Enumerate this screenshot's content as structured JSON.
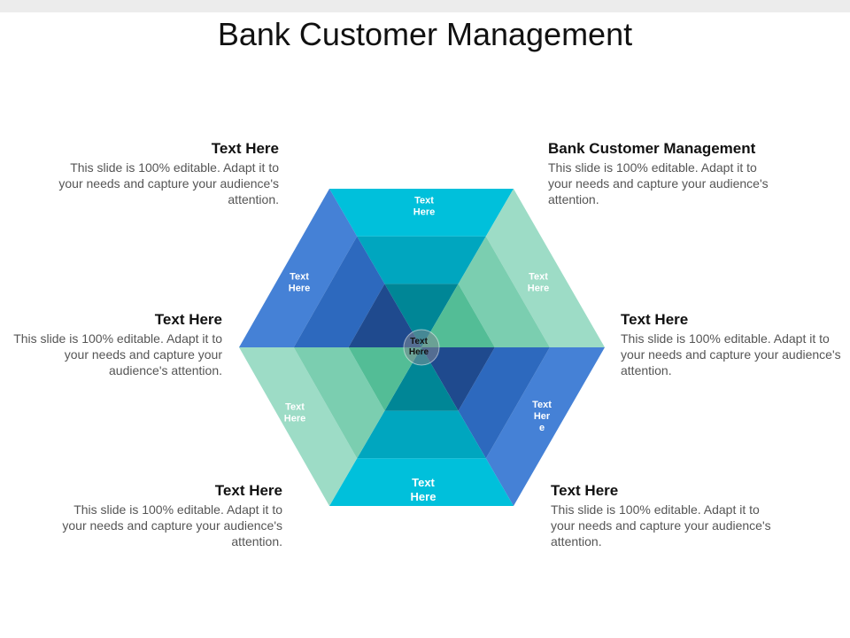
{
  "title": "Bank Customer Management",
  "blocks": {
    "top_left": {
      "heading": "Text Here",
      "body": "This slide is 100% editable. Adapt it to your needs and capture your audience's attention."
    },
    "top_right": {
      "heading": "Bank Customer Management",
      "body": "This slide is 100% editable. Adapt it to your needs and capture your audience's attention."
    },
    "mid_left": {
      "heading": "Text Here",
      "body": "This slide is 100% editable. Adapt it to your needs and capture your audience's attention."
    },
    "mid_right": {
      "heading": "Text Here",
      "body": "This slide is 100% editable. Adapt it to your needs and capture your audience's attention."
    },
    "bottom_left": {
      "heading": "Text Here",
      "body": "This slide is 100% editable. Adapt it to your needs and capture your audience's attention."
    },
    "bottom_right": {
      "heading": "Text Here",
      "body": "This slide is 100% editable. Adapt it to your needs and capture your audience's attention."
    }
  },
  "hexagon": {
    "center_label": [
      "Text",
      "Here"
    ],
    "segments": [
      {
        "id": "top",
        "label": [
          "Text",
          "Here"
        ],
        "colors": [
          "#00C0DB",
          "#00A6BF",
          "#008696"
        ]
      },
      {
        "id": "upper-right",
        "label": [
          "Text",
          "Here"
        ],
        "colors": [
          "#9DDCC6",
          "#7BCEB0",
          "#53BD96"
        ]
      },
      {
        "id": "lower-right",
        "label": [
          "Text",
          "Her",
          "e"
        ],
        "colors": [
          "#4581D6",
          "#2D69BE",
          "#1F4A8E"
        ]
      },
      {
        "id": "bottom",
        "label": [
          "Text",
          "Here"
        ],
        "colors": [
          "#00C0DB",
          "#00A6BF",
          "#008696"
        ]
      },
      {
        "id": "lower-left",
        "label": [
          "Text",
          "Here"
        ],
        "colors": [
          "#9DDCC6",
          "#7BCEB0",
          "#53BD96"
        ]
      },
      {
        "id": "upper-left",
        "label": [
          "Text",
          "Here"
        ],
        "colors": [
          "#4581D6",
          "#2D69BE",
          "#1F4A8E"
        ]
      }
    ],
    "center_color": "#808A96"
  }
}
